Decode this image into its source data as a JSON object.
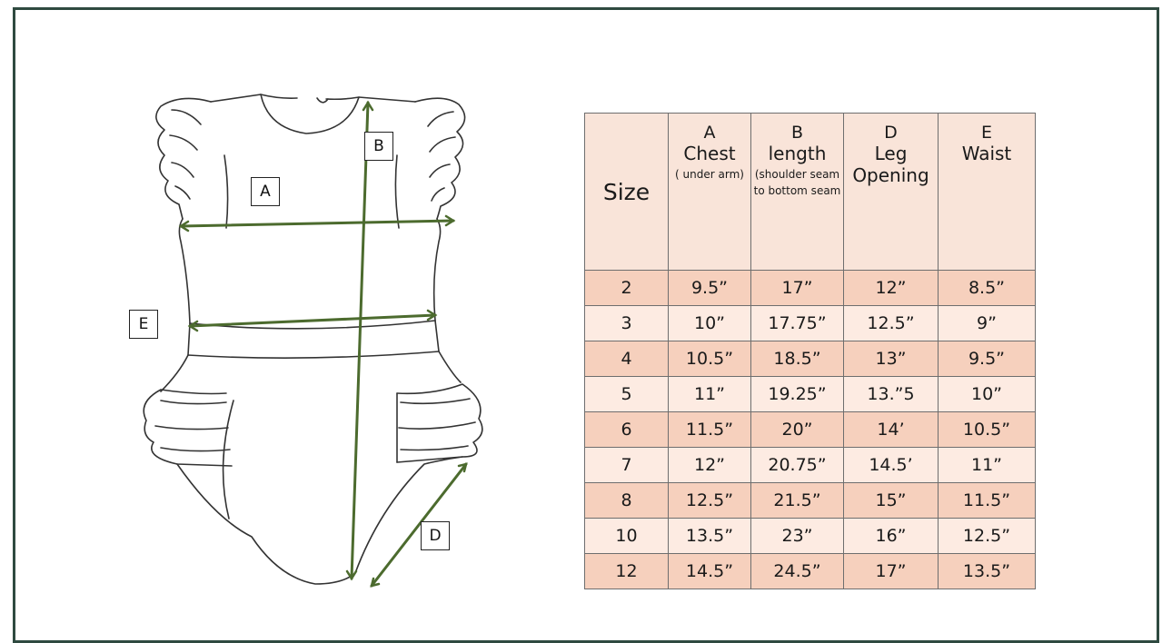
{
  "diagram": {
    "labels": {
      "a": "A",
      "b": "B",
      "d": "D",
      "e": "E"
    },
    "line_color": "#4c6b2e",
    "outline_color": "#333333"
  },
  "table": {
    "headers": {
      "size": "Size",
      "chest": {
        "letter": "A",
        "name": "Chest",
        "note": "( under arm)"
      },
      "length": {
        "letter": "B",
        "name": "length",
        "note": "(shoulder seam to bottom seam"
      },
      "leg": {
        "letter": "D",
        "name": "Leg Opening"
      },
      "waist": {
        "letter": "E",
        "name": "Waist"
      }
    },
    "rows": [
      {
        "size": "2",
        "chest": "9.5”",
        "length": "17”",
        "leg": "12”",
        "waist": "8.5”"
      },
      {
        "size": "3",
        "chest": "10”",
        "length": "17.75”",
        "leg": "12.5”",
        "waist": "9”"
      },
      {
        "size": "4",
        "chest": "10.5”",
        "length": "18.5”",
        "leg": "13”",
        "waist": "9.5”"
      },
      {
        "size": "5",
        "chest": "11”",
        "length": "19.25”",
        "leg": "13.”5",
        "waist": "10”"
      },
      {
        "size": "6",
        "chest": "11.5”",
        "length": "20”",
        "leg": "14’",
        "waist": "10.5”"
      },
      {
        "size": "7",
        "chest": "12”",
        "length": "20.75”",
        "leg": "14.5’",
        "waist": "11”"
      },
      {
        "size": "8",
        "chest": "12.5”",
        "length": "21.5”",
        "leg": "15”",
        "waist": "11.5”"
      },
      {
        "size": "10",
        "chest": "13.5”",
        "length": "23”",
        "leg": "16”",
        "waist": "12.5”"
      },
      {
        "size": "12",
        "chest": "14.5”",
        "length": "24.5”",
        "leg": "17”",
        "waist": "13.5”"
      }
    ]
  },
  "colors": {
    "frame_border": "#2f4a40",
    "header_bg": "#f9e4d9",
    "row_dark": "#f6d0bd",
    "row_light": "#fdebe2"
  }
}
